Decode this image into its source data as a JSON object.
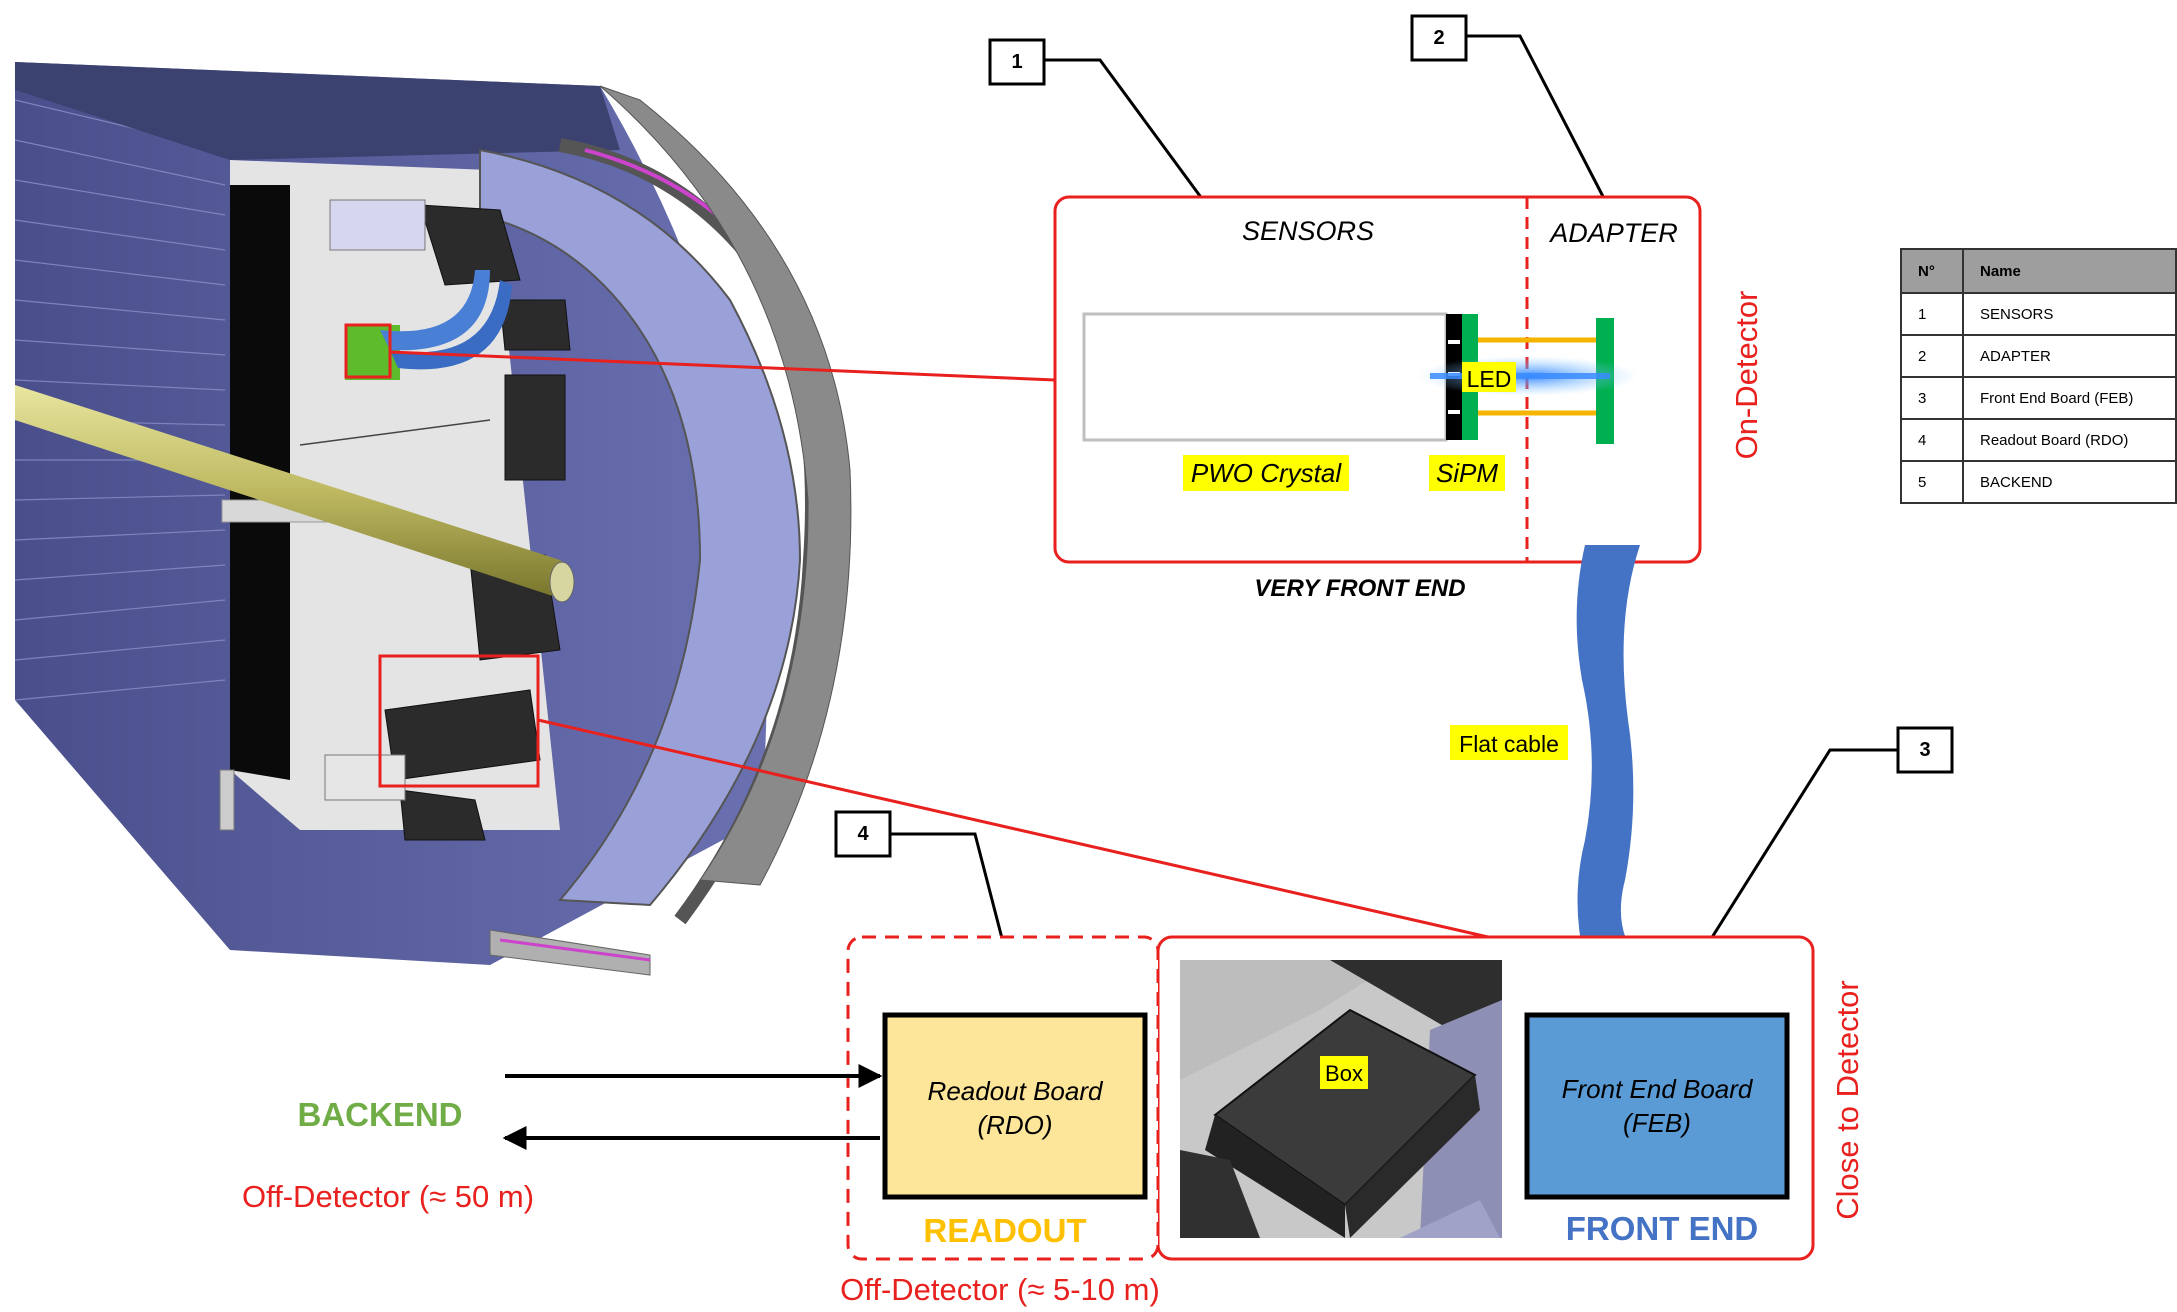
{
  "callouts": [
    "1",
    "2",
    "3",
    "4"
  ],
  "vfe": {
    "sensors_label": "SENSORS",
    "adapter_label": "ADAPTER",
    "crystal_label": "PWO Crystal",
    "sipm_label": "SiPM",
    "led_label": "LED",
    "caption": "VERY FRONT END",
    "zone_label": "On-Detector"
  },
  "flat_cable_label": "Flat cable",
  "box_label": "Box",
  "readout": {
    "board_line1": "Readout Board",
    "board_line2": "(RDO)",
    "caption": "READOUT",
    "distance": "Off-Detector (≈ 5-10 m)"
  },
  "front_end": {
    "board_line1": "Front End Board",
    "board_line2": "(FEB)",
    "caption": "FRONT END",
    "zone_label": "Close to Detector"
  },
  "backend": {
    "label": "BACKEND",
    "distance": "Off-Detector (≈ 50 m)"
  },
  "legend": {
    "headers": [
      "N°",
      "Name"
    ],
    "rows": [
      [
        "1",
        "SENSORS"
      ],
      [
        "2",
        "ADAPTER"
      ],
      [
        "3",
        "Front End Board (FEB)"
      ],
      [
        "4",
        "Readout Board (RDO)"
      ],
      [
        "5",
        "BACKEND"
      ]
    ]
  },
  "colors": {
    "frame_red": "#e8201e",
    "led_highlight": "#ffff00",
    "sipm_green": "#00b050",
    "adapter_orange": "#f5b400",
    "cable_blue": "#4472c4",
    "rdo_fill": "#fde59a",
    "feb_fill": "#5b9bd5",
    "readout_caption": "#ffc000",
    "frontend_caption": "#4472c4",
    "backend_green": "#70ad47"
  }
}
